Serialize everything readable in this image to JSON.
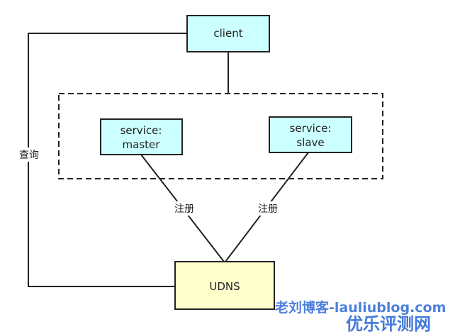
{
  "diagram": {
    "nodes": {
      "client": {
        "label": "client",
        "fill": "#ccffff",
        "stroke": "#222222"
      },
      "master": {
        "line1": "service:",
        "line2": "master",
        "fill": "#ccffff",
        "stroke": "#222222"
      },
      "slave": {
        "line1": "service:",
        "line2": "slave",
        "fill": "#ccffff",
        "stroke": "#222222"
      },
      "udns": {
        "label": "UDNS",
        "fill": "#ffffcc",
        "stroke": "#222222"
      }
    },
    "edges": {
      "query_label": "查询",
      "register_master_label": "注册",
      "register_slave_label": "注册"
    },
    "colors": {
      "line": "#222222",
      "group_border": "#222222",
      "watermark": "#2f6bd8"
    }
  },
  "watermark": {
    "blog_text": "老刘博客-lauliublog.com",
    "site_text": "优乐评测网"
  }
}
